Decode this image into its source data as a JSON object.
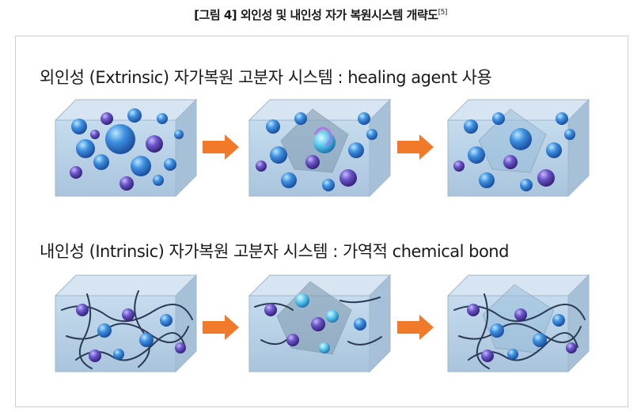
{
  "figure": {
    "caption": "[그림 4] 외인성 및 내인성 자가 복원시스템 개략도",
    "caption_ref": "[5]"
  },
  "rows": [
    {
      "title": "외인성 (Extrinsic) 자가복원 고분자 시스템 : healing agent 사용"
    },
    {
      "title": "내인성 (Intrinsic) 자가복원 고분자 시스템 : 가역적 chemical bond"
    }
  ],
  "colors": {
    "block_front": "#bcd3e6",
    "block_top": "#d6e5f1",
    "block_side": "#a6c0d8",
    "sphere_blue": "#3d8fe0",
    "sphere_purple": "#6a55c8",
    "arrow": "#f07a2a",
    "chain": "#2b3b55",
    "crack": "#7d97ad"
  }
}
